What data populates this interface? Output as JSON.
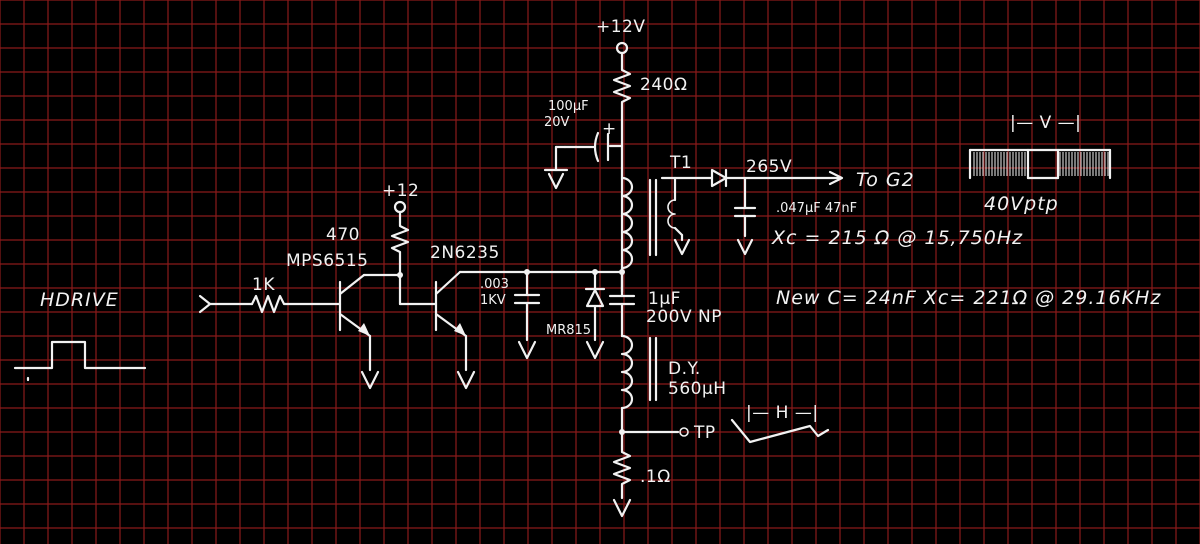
{
  "colors": {
    "background": "#000000",
    "grid": "#8a1a1a",
    "ink": "#f2f2f2"
  },
  "labels": {
    "supply_top": "+12V",
    "r_supply": "240Ω",
    "cap_bypass_value": "100µF",
    "cap_bypass_voltage": "20V",
    "cap_bypass_polarity": "+",
    "transformer": "T1",
    "hv_voltage": "265V",
    "hv_output": "To G2",
    "pulse_period": "|— V —|",
    "hv_cap": ".047µF 47nF",
    "pulse_amplitude": "40Vptp",
    "xc_old": "Xc = 215 Ω @ 15,750Hz",
    "supply_driver": "+12",
    "r_driver": "470",
    "q1_part": "MPS6515",
    "q2_part": "2N6235",
    "r_input": "1K",
    "input_label": "HDRIVE",
    "cap_small_value": ".003",
    "cap_small_voltage": "1KV",
    "diode_part": "MR815",
    "cap_yoke_value": "1µF",
    "cap_yoke_rating": "200V NP",
    "new_c": "New C= 24nF  Xc= 221Ω @ 29.16KHz",
    "yoke_name": "D.Y.",
    "yoke_value": "560µH",
    "test_point": "TP",
    "tp_period": "|— H —|",
    "r_sense": ".1Ω"
  }
}
